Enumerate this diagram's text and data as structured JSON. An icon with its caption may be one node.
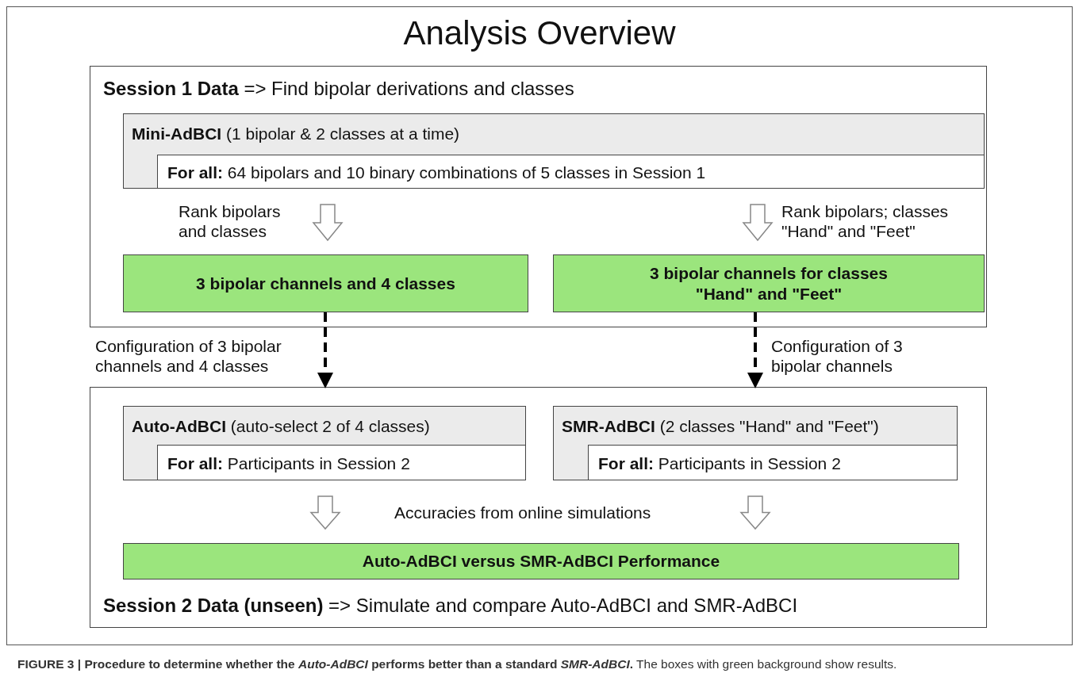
{
  "diagram": {
    "title": "Analysis Overview",
    "caption": "**FIGURE 3 | Procedure to determine whether the *Auto-AdBCI* performs better than a standard *SMR-AdBCI*.** The boxes with green background show results.",
    "nodes": [
      {
        "text": [
          "**Session 1 Data** => Find bipolar derivations and classes"
        ]
      },
      {
        "text": [
          "**Mini-AdBCI** (1 bipolar & 2 classes at a time)"
        ],
        "in": 0
      },
      {
        "text": [
          "**For all:** 64 bipolars and 10 binary combinations of 5 classes in Session 1"
        ],
        "in": 1
      },
      {
        "text": [
          "3 bipolar channels and 4 classes"
        ],
        "in": 0
      },
      {
        "text": [
          "3 bipolar channels for classes \"Hand\" and \"Feet\""
        ],
        "in": 0
      },
      {
        "text": [
          "**Session 2 Data (unseen)** => Simulate and compare Auto-AdBCI and SMR-AdBCI"
        ]
      },
      {
        "text": [
          "**Auto-AdBCI** (auto-select 2 of 4 classes)"
        ],
        "in": 5
      },
      {
        "text": [
          "**For all:** Participants in Session 2"
        ],
        "in": 6
      },
      {
        "text": [
          "**SMR-AdBCI** (2 classes \"Hand\" and \"Feet\")"
        ],
        "in": 5
      },
      {
        "text": [
          "**For all:** Participants in Session 2"
        ],
        "in": 8
      },
      {
        "text": [
          "**Auto-AdBCI** versus **SMR-AdBCI Performance**"
        ],
        "in": 5
      }
    ],
    "edges": [
      {
        "from": 1,
        "to": 3,
        "arrow": "to",
        "label": "Rank bipolars and classes"
      },
      {
        "from": 1,
        "to": 4,
        "arrow": "to",
        "label": "Rank bipolars; classes \"Hand\" and \"Feet\""
      },
      {
        "from": 3,
        "to": 5,
        "arrow": "to",
        "label": "Configuration of 3 bipolar channels and 4 classes",
        "style": "dashed",
        "color": "#000000"
      },
      {
        "from": 4,
        "to": 5,
        "arrow": "to",
        "label": "Configuration of 3 bipolar channels",
        "style": "dashed",
        "color": "#000000"
      },
      {
        "from": 6,
        "to": 10,
        "arrow": "to"
      },
      {
        "from": 8,
        "to": 10,
        "arrow": "to"
      }
    ],
    "labels": [
      "Accuracies from online simulations"
    ]
  }
}
